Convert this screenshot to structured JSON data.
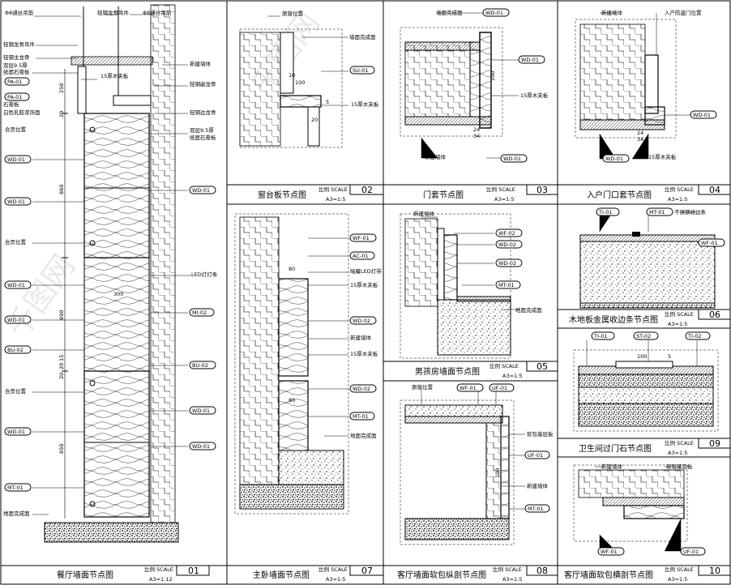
{
  "watermark": "千图网",
  "scale_label": "比例 SCALE",
  "panels": [
    {
      "no": "01",
      "title": "餐厅墙面节点图",
      "scale": "A3=1:12"
    },
    {
      "no": "02",
      "title": "窗台板节点图",
      "scale": "A3=1:5"
    },
    {
      "no": "03",
      "title": "门套节点图",
      "scale": "A3=1:5"
    },
    {
      "no": "04",
      "title": "入户门口套节点图",
      "scale": "A3=1:5"
    },
    {
      "no": "05",
      "title": "男孩房墙面节点图",
      "scale": "A3=1:5"
    },
    {
      "no": "06",
      "title": "木地板金属收边条节点图",
      "scale": "A3=1:5"
    },
    {
      "no": "07",
      "title": "主卧墙面节点图",
      "scale": "A3=1:5"
    },
    {
      "no": "08",
      "title": "客厅墙面软包纵剖节点图",
      "scale": "A3=1:5"
    },
    {
      "no": "09",
      "title": "卫生间过门石节点图",
      "scale": "A3=1:5"
    },
    {
      "no": "10",
      "title": "客厅墙面软包横剖节点图",
      "scale": "A3=1:5"
    }
  ],
  "p01": {
    "notes": [
      "Φ8通丝吊筋",
      "轻钢龙骨吊件",
      "Φ8通丝吊筋",
      "轻钢龙骨吊件",
      "轻钢主龙骨",
      "双层9.5厚",
      "纸面石膏板",
      "石膏板",
      "白色乳胶漆饰面",
      "15厚木夹板",
      "轻钢副龙骨",
      "轻钢边龙骨",
      "新建墙体",
      "双层9.5厚",
      "纸面石膏板",
      "合页位置",
      "合页位置",
      "LED灯灯条",
      "合页位置",
      "地面完成面"
    ],
    "tags": [
      "PA-01",
      "PA-01",
      "WD-01",
      "WD-01",
      "WD-01",
      "WD-01",
      "WD-01",
      "MI-02",
      "BU-02",
      "BU-02",
      "WD-01",
      "WD-01",
      "WD-01",
      "MT-01"
    ],
    "dims": [
      "250",
      "20",
      "860",
      "300",
      "890",
      "20",
      "20",
      "15",
      "850"
    ]
  },
  "p02": {
    "notes": [
      "原窗位置",
      "墙面完成面",
      "15厚木夹板"
    ],
    "tags": [
      "SU-01"
    ],
    "dims": [
      "10",
      "100",
      "20",
      "5"
    ]
  },
  "p03": {
    "notes": [
      "墙面完成面",
      "新建墙体",
      "15厚木夹板"
    ],
    "tags": [
      "WD-01",
      "WD-01",
      "WD-01"
    ],
    "dims": [
      "100",
      "24",
      "34"
    ]
  },
  "p04": {
    "notes": [
      "新建墙体",
      "入户防盗门位置",
      "15厚木夹板"
    ],
    "tags": [
      "WD-01",
      "WD-01"
    ],
    "dims": [
      "24",
      "34"
    ]
  },
  "p05": {
    "notes": [
      "新建墙体",
      "地面完成面"
    ],
    "tags": [
      "WF-02",
      "WD-02",
      "WD-02",
      "MT-01"
    ]
  },
  "p06": {
    "notes": [
      "不锈钢收边条"
    ],
    "tags": [
      "TI-01",
      "MT-01",
      "WF-01"
    ]
  },
  "p07": {
    "notes": [
      "暗藏LED灯带",
      "15厚木夹板",
      "新建墙体",
      "15厚木夹板",
      "地面完成面"
    ],
    "tags": [
      "WF-01",
      "AC-01",
      "WD-02",
      "WD-02",
      "MT-01"
    ],
    "dims": [
      "80",
      "80"
    ]
  },
  "p08": {
    "notes": [
      "原窗位置",
      "软包基层板",
      "新建墙体"
    ],
    "tags": [
      "WF-01",
      "UF-01",
      "UF-01",
      "MT-01"
    ],
    "dims": [
      "100"
    ]
  },
  "p09": {
    "tags": [
      "TI-01",
      "ST-02",
      "TI-02"
    ],
    "dims": [
      "100",
      "5"
    ]
  },
  "p10": {
    "notes": [
      "新建墙体",
      "软包基层板"
    ],
    "tags": [
      "WF-01",
      "UF-01"
    ]
  }
}
